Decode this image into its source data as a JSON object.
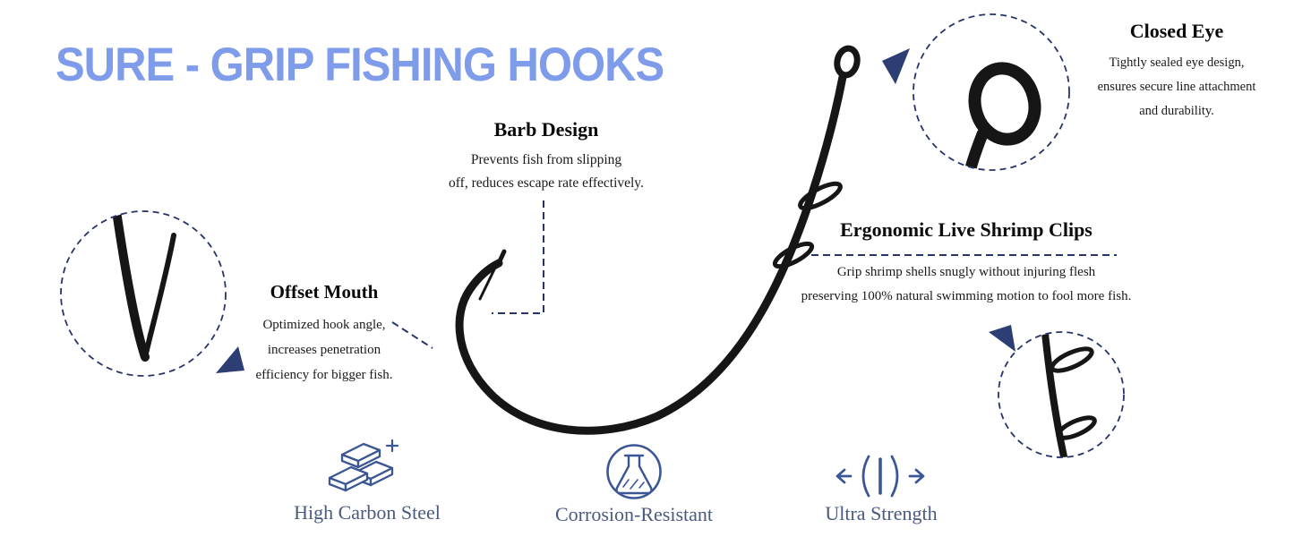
{
  "title": "SURE - GRIP FISHING HOOKS",
  "callouts": {
    "barb_design": {
      "heading": "Barb Design",
      "lines": [
        "Prevents fish from slipping",
        "off, reduces escape rate effectively."
      ]
    },
    "closed_eye": {
      "heading": "Closed Eye",
      "lines": [
        "Tightly sealed eye design,",
        "ensures secure line attachment",
        "and durability."
      ]
    },
    "shrimp_clips": {
      "heading": "Ergonomic Live Shrimp Clips",
      "lines": [
        "Grip shrimp shells snugly without injuring flesh",
        "preserving 100% natural swimming motion to fool more fish."
      ]
    },
    "offset_mouth": {
      "heading": "Offset Mouth",
      "lines": [
        "Optimized hook angle,",
        "increases penetration",
        "efficiency for bigger fish."
      ]
    }
  },
  "features": [
    {
      "label": "High Carbon Steel",
      "icon": "steel-ingots-icon"
    },
    {
      "label": "Corrosion-Resistant",
      "icon": "flask-icon"
    },
    {
      "label": "Ultra Strength",
      "icon": "strength-icon"
    }
  ],
  "colors": {
    "title_blue": "#7e9ce9",
    "navy": "#2c3e74",
    "icon_navy": "#3b5694",
    "feature_text": "#4a5a7e",
    "ink": "#161616"
  }
}
